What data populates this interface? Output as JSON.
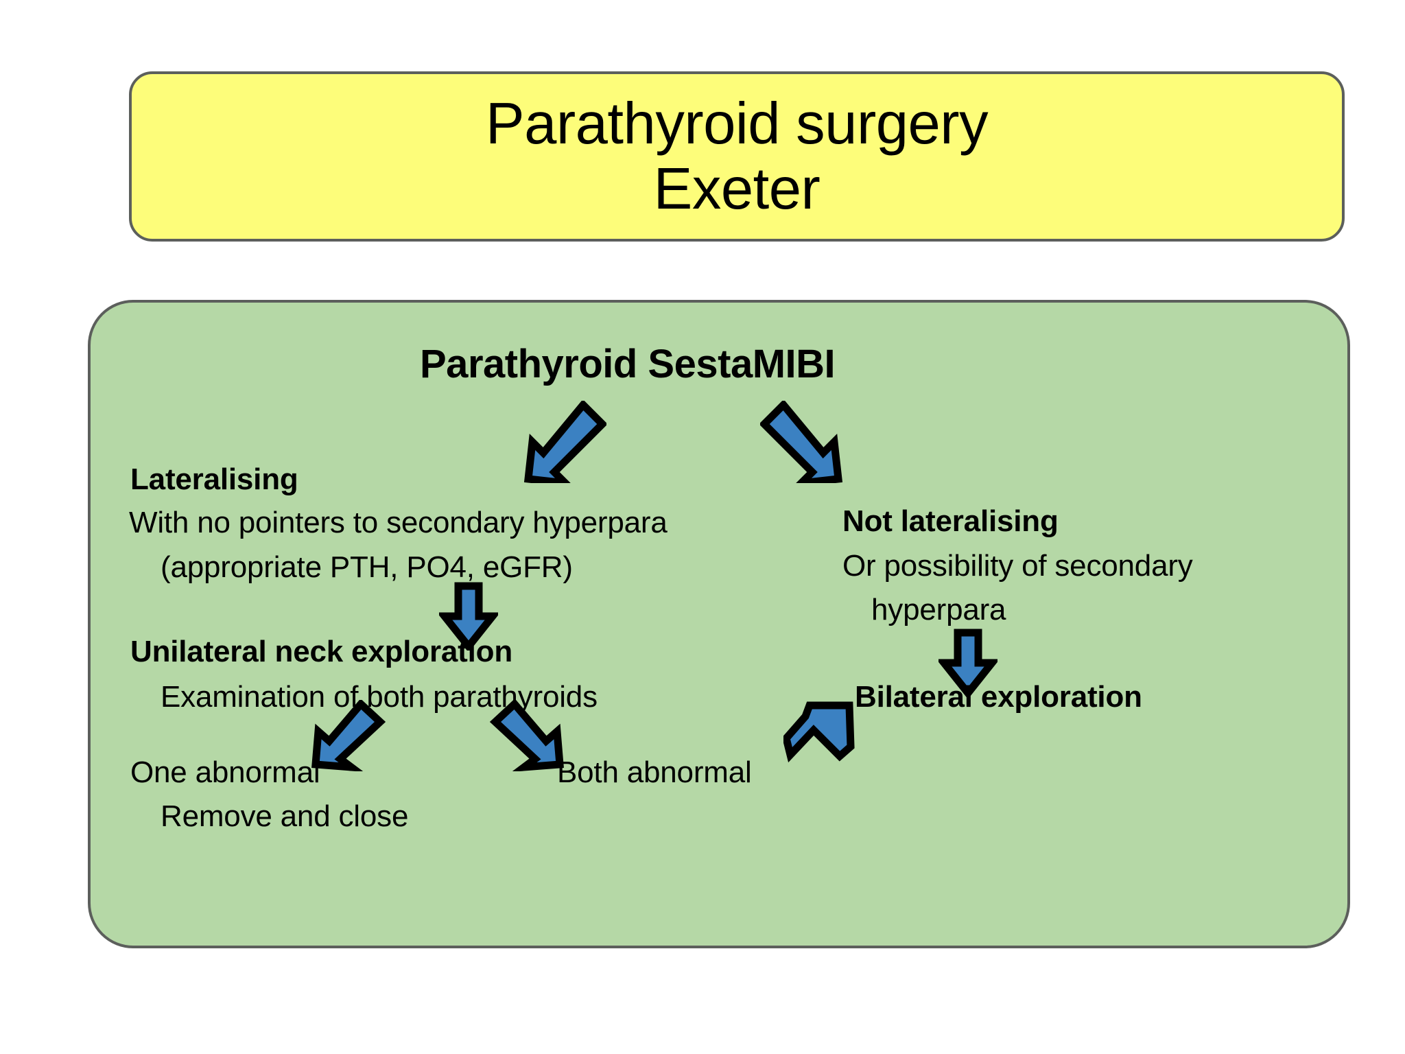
{
  "slide": {
    "background_color": "#ffffff",
    "title_box": {
      "fill_color": "#fdfd7a",
      "border_color": "#5c5f5c",
      "lines": [
        "Parathyroid surgery",
        "Exeter"
      ]
    },
    "body_box": {
      "fill_color": "#b5d8a6",
      "border_color": "#5c5f5c"
    }
  },
  "flow": {
    "root_label": "Parathyroid SestaMIBI",
    "left_branch": {
      "heading": "Lateralising",
      "detail_line_1": "With no pointers to secondary hyperpara",
      "detail_line_2": "(appropriate PTH, PO4, eGFR)",
      "step_heading": "Unilateral neck exploration",
      "step_detail": "Examination of both parathyroids",
      "outcome_one": "One abnormal",
      "outcome_one_detail": "Remove and close",
      "outcome_both": "Both abnormal"
    },
    "right_branch": {
      "heading": "Not lateralising",
      "detail_line_1": "Or possibility of secondary",
      "detail_line_2": "hyperpara",
      "step_heading": "Bilateral exploration"
    },
    "arrow_style": {
      "fill_color": "#3b81c2",
      "outline_color": "#000000",
      "names": [
        "arrow-down-left-to-lateralising",
        "arrow-down-right-to-not-lateralising",
        "arrow-down-to-unilateral-neck-exploration",
        "arrow-down-left-to-one-abnormal",
        "arrow-down-right-to-both-abnormal",
        "arrow-down-to-bilateral-exploration",
        "arrow-up-right-both-abnormal-to-bilateral-exploration"
      ]
    }
  }
}
